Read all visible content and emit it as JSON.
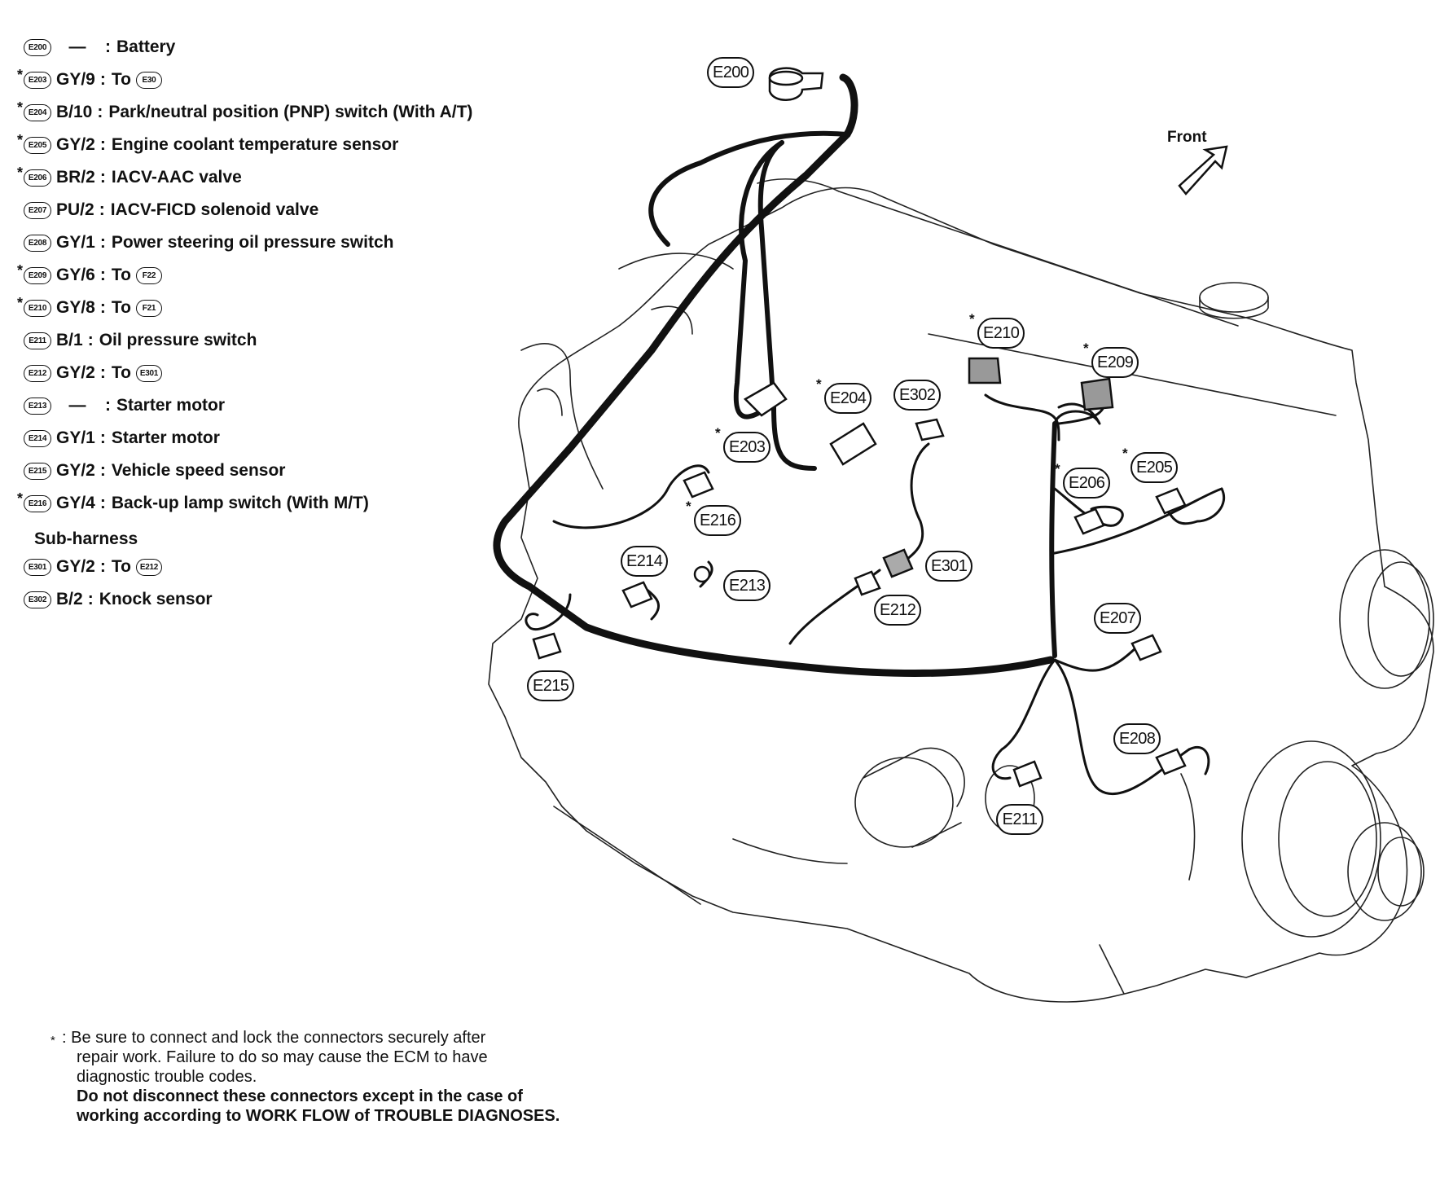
{
  "legend": [
    {
      "code": "E200",
      "star": false,
      "wire": "—",
      "text": "Battery",
      "to": ""
    },
    {
      "code": "E203",
      "star": true,
      "wire": "GY/9",
      "text": "To",
      "to": "E30"
    },
    {
      "code": "E204",
      "star": true,
      "wire": "B/10",
      "text": "Park/neutral position (PNP) switch (With A/T)",
      "to": ""
    },
    {
      "code": "E205",
      "star": true,
      "wire": "GY/2",
      "text": "Engine coolant temperature sensor",
      "to": ""
    },
    {
      "code": "E206",
      "star": true,
      "wire": "BR/2",
      "text": "IACV-AAC valve",
      "to": ""
    },
    {
      "code": "E207",
      "star": false,
      "wire": "PU/2",
      "text": "IACV-FICD solenoid valve",
      "to": ""
    },
    {
      "code": "E208",
      "star": false,
      "wire": "GY/1",
      "text": "Power steering oil pressure switch",
      "to": ""
    },
    {
      "code": "E209",
      "star": true,
      "wire": "GY/6",
      "text": "To",
      "to": "F22"
    },
    {
      "code": "E210",
      "star": true,
      "wire": "GY/8",
      "text": "To",
      "to": "F21"
    },
    {
      "code": "E211",
      "star": false,
      "wire": "B/1",
      "text": "Oil pressure switch",
      "to": ""
    },
    {
      "code": "E212",
      "star": false,
      "wire": "GY/2",
      "text": "To",
      "to": "E301"
    },
    {
      "code": "E213",
      "star": false,
      "wire": "—",
      "text": "Starter motor",
      "to": ""
    },
    {
      "code": "E214",
      "star": false,
      "wire": "GY/1",
      "text": "Starter motor",
      "to": ""
    },
    {
      "code": "E215",
      "star": false,
      "wire": "GY/2",
      "text": "Vehicle speed sensor",
      "to": ""
    },
    {
      "code": "E216",
      "star": true,
      "wire": "GY/4",
      "text": "Back-up lamp switch (With M/T)",
      "to": ""
    }
  ],
  "subharness": {
    "heading": "Sub-harness",
    "items": [
      {
        "code": "E301",
        "star": false,
        "wire": "GY/2",
        "text": "To",
        "to": "E212"
      },
      {
        "code": "E302",
        "star": false,
        "wire": "B/2",
        "text": "Knock sensor",
        "to": ""
      }
    ]
  },
  "star_symbol": "*",
  "note": {
    "star": "*",
    "lines": [
      ": Be sure to connect and lock the connectors securely after",
      "repair work. Failure to do so may cause the ECM to have",
      "diagnostic trouble codes.",
      "Do not disconnect these connectors except in the case of",
      "working according to WORK FLOW of TROUBLE DIAGNOSES."
    ]
  },
  "front_label": "Front",
  "connectors": [
    {
      "id": "E200",
      "star": false
    },
    {
      "id": "E203",
      "star": true
    },
    {
      "id": "E204",
      "star": true
    },
    {
      "id": "E205",
      "star": true
    },
    {
      "id": "E206",
      "star": true
    },
    {
      "id": "E207",
      "star": false
    },
    {
      "id": "E208",
      "star": false
    },
    {
      "id": "E209",
      "star": true
    },
    {
      "id": "E210",
      "star": true
    },
    {
      "id": "E211",
      "star": false
    },
    {
      "id": "E212",
      "star": false
    },
    {
      "id": "E213",
      "star": false
    },
    {
      "id": "E214",
      "star": false
    },
    {
      "id": "E215",
      "star": false
    },
    {
      "id": "E216",
      "star": true
    },
    {
      "id": "E301",
      "star": false
    },
    {
      "id": "E302",
      "star": false
    }
  ]
}
